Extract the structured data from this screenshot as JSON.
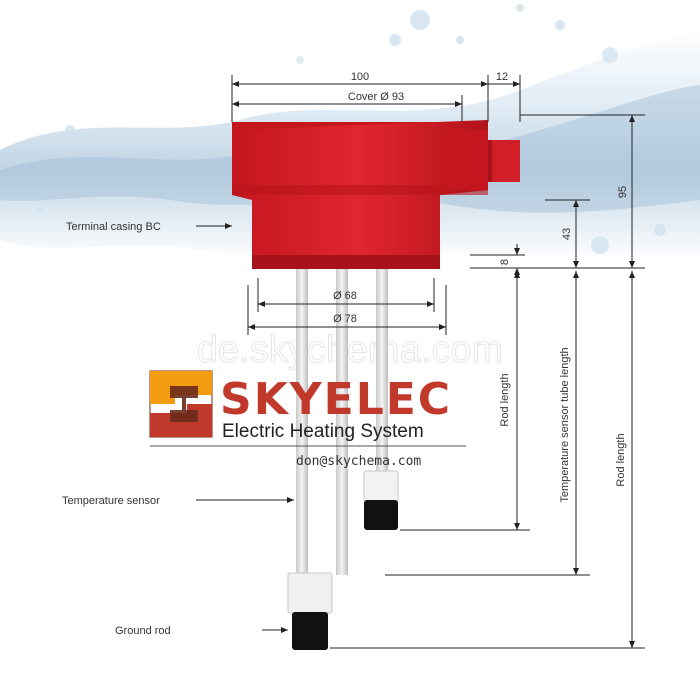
{
  "colors": {
    "housing_red": "#d9202a",
    "housing_dark": "#b0151d",
    "logo_orange": "#f39c12",
    "logo_red": "#c0392b",
    "logo_brown": "#6b2a1a",
    "text_dark": "#222222",
    "line": "#333333",
    "water_blue": "#a9c6dd"
  },
  "dimensions": {
    "width_100": "100",
    "offset_12": "12",
    "cover": "Cover Ø 93",
    "height_95": "95",
    "height_43": "43",
    "height_8": "8",
    "dia_68": "Ø 68",
    "dia_78": "Ø 78",
    "rod_length_1": "Rod length",
    "temp_tube_length": "Temperature sensor tube length",
    "rod_length_2": "Rod length"
  },
  "callouts": {
    "terminal_casing": "Terminal casing BC",
    "temperature_sensor": "Temperature sensor",
    "ground_rod": "Ground rod"
  },
  "brand": {
    "name": "SKYELEC",
    "tagline": "Electric Heating System",
    "email": "don@skychema.com",
    "watermark": "de.skychema.com"
  }
}
